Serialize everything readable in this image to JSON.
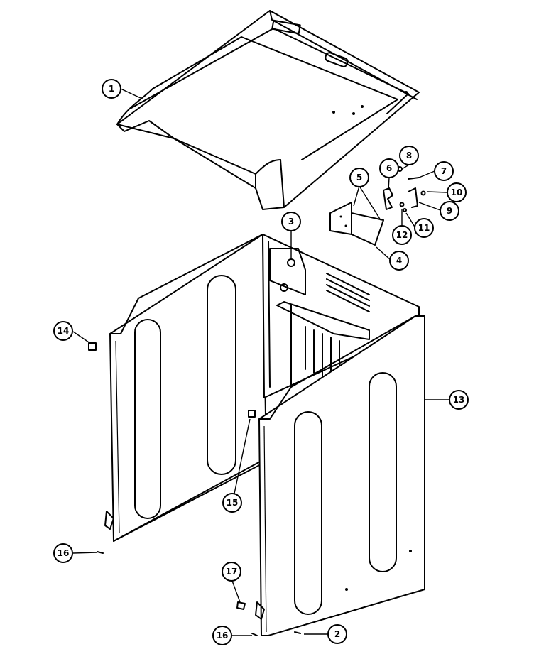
{
  "callouts": [
    {
      "id": "c1",
      "label": "1"
    },
    {
      "id": "c2",
      "label": "2"
    },
    {
      "id": "c3",
      "label": "3"
    },
    {
      "id": "c4",
      "label": "4"
    },
    {
      "id": "c5",
      "label": "5"
    },
    {
      "id": "c6",
      "label": "6"
    },
    {
      "id": "c7",
      "label": "7"
    },
    {
      "id": "c8",
      "label": "8"
    },
    {
      "id": "c9",
      "label": "9"
    },
    {
      "id": "c10",
      "label": "10"
    },
    {
      "id": "c11",
      "label": "11"
    },
    {
      "id": "c12",
      "label": "12"
    },
    {
      "id": "c13",
      "label": "13"
    },
    {
      "id": "c14",
      "label": "14"
    },
    {
      "id": "c15",
      "label": "15"
    },
    {
      "id": "c16a",
      "label": "16"
    },
    {
      "id": "c16b",
      "label": "16"
    },
    {
      "id": "c17",
      "label": "17"
    }
  ]
}
